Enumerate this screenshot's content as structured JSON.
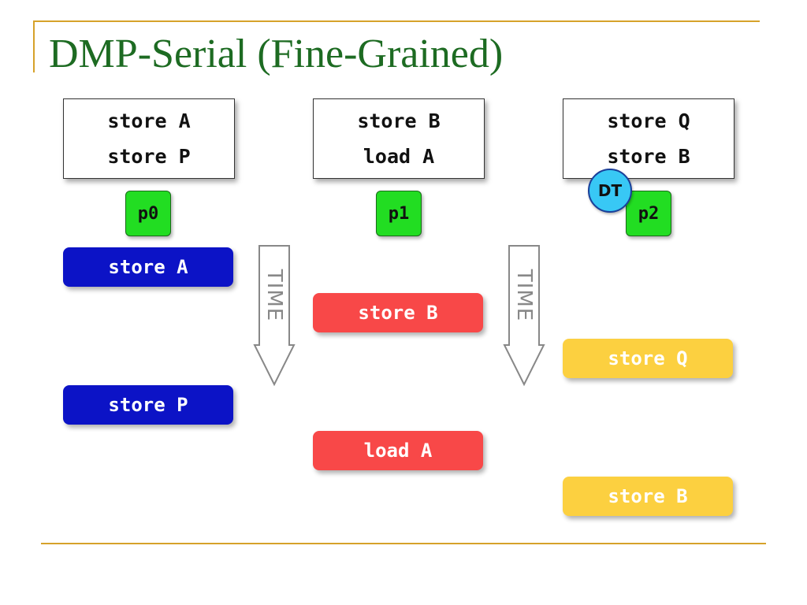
{
  "title": "DMP-Serial (Fine-Grained)",
  "threads": [
    {
      "code": [
        "store A",
        "store P"
      ],
      "processor": "p0",
      "color": "#0c13c6"
    },
    {
      "code": [
        "store B",
        "load A"
      ],
      "processor": "p1",
      "color": "#f84848"
    },
    {
      "code": [
        "store Q",
        "store B"
      ],
      "processor": "p2",
      "color": "#fcd040"
    }
  ],
  "token_label": "DT",
  "time_label": "TIME",
  "timeline": [
    {
      "thread": 0,
      "label": "store A"
    },
    {
      "thread": 1,
      "label": "store B"
    },
    {
      "thread": 2,
      "label": "store Q"
    },
    {
      "thread": 0,
      "label": "store P"
    },
    {
      "thread": 1,
      "label": "load A"
    },
    {
      "thread": 2,
      "label": "store B"
    }
  ],
  "colors": {
    "title": "#1d6b22",
    "rule": "#d6a22a",
    "processor": "#22dd22",
    "token": "#38c8f5"
  }
}
